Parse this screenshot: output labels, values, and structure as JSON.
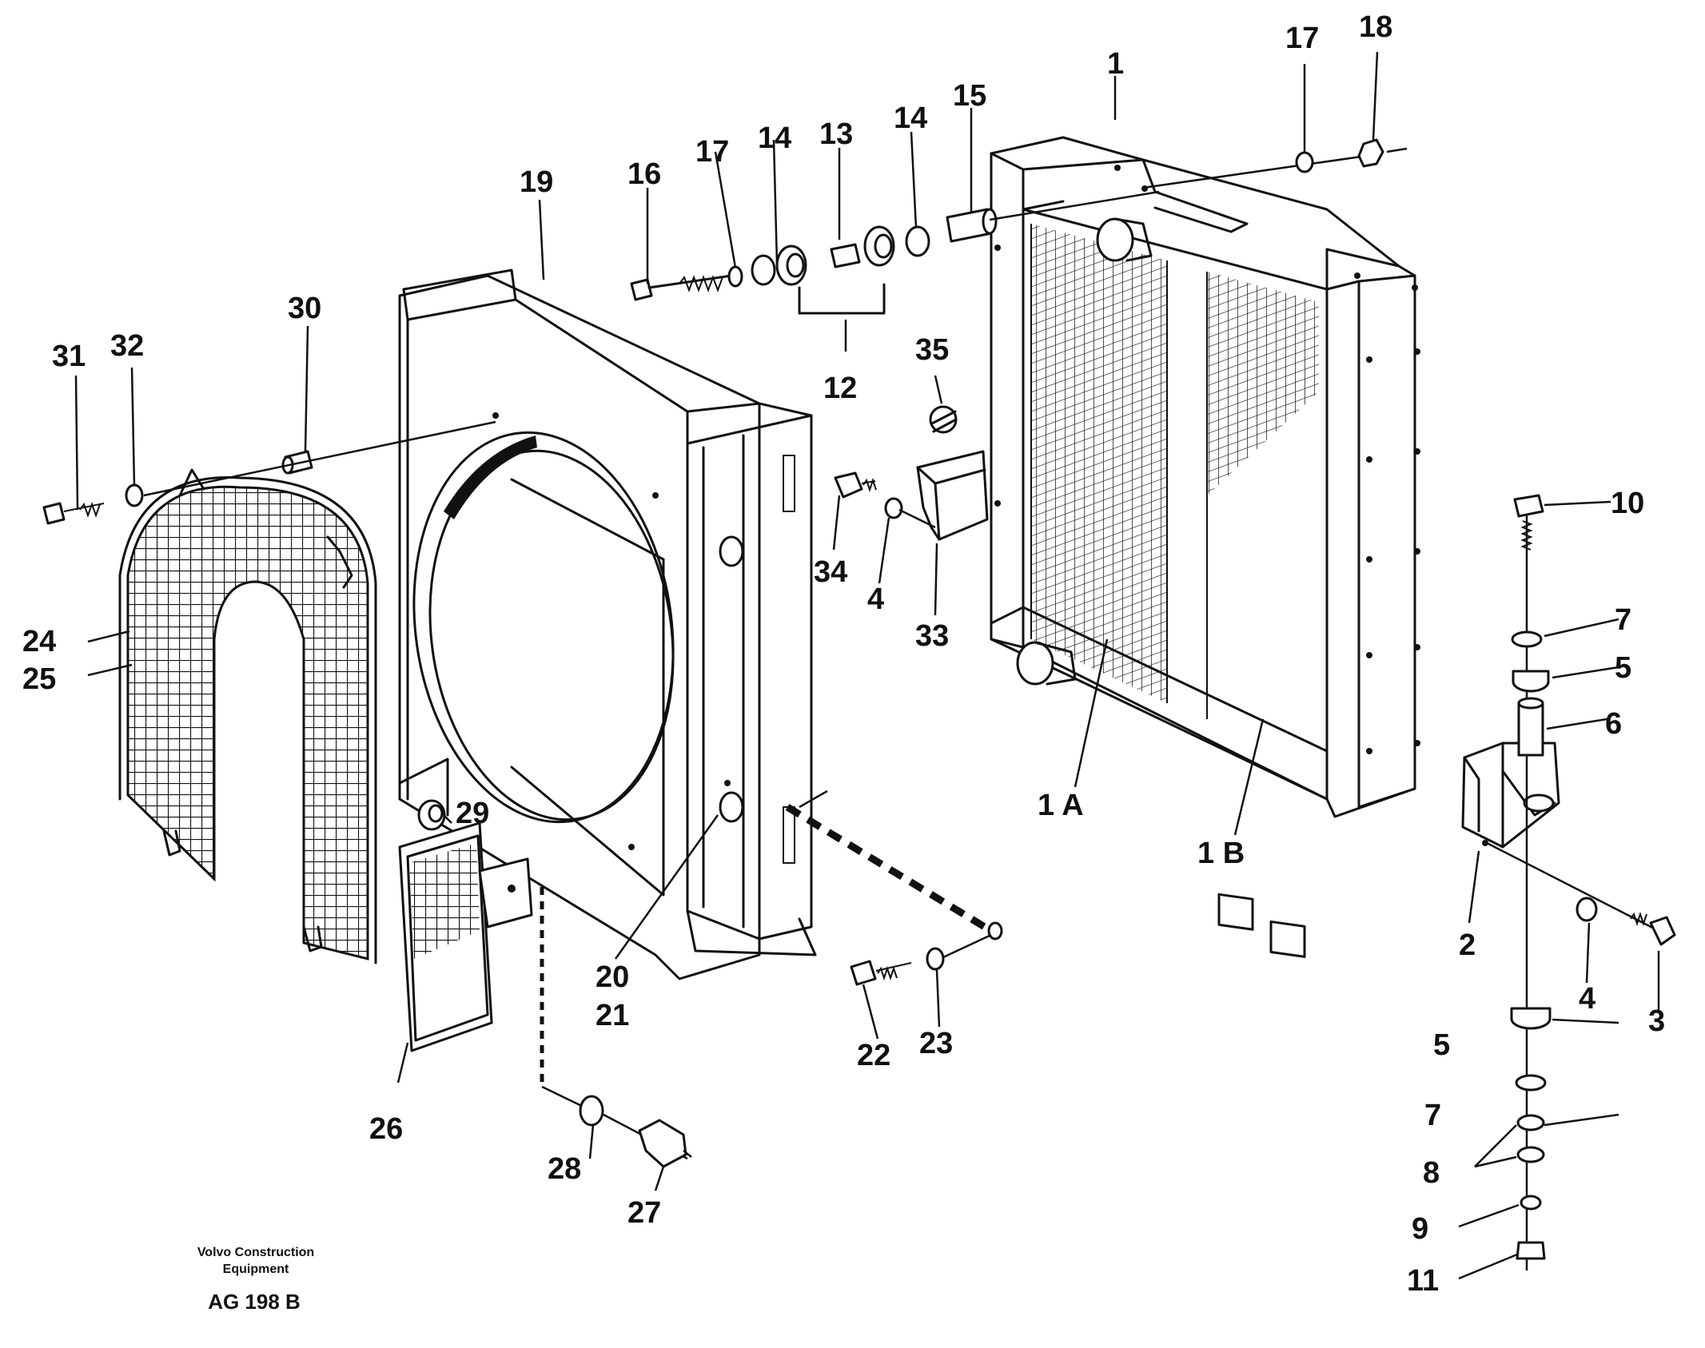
{
  "footer": {
    "company_line1": "Volvo Construction",
    "company_line2": "Equipment",
    "code": "AG 198 B"
  },
  "labels": {
    "p1": "1",
    "p1a": "1 A",
    "p1b": "1 B",
    "p2": "2",
    "p3": "3",
    "p4a": "4",
    "p4b": "4",
    "p5a": "5",
    "p5b": "5",
    "p6": "6",
    "p7a": "7",
    "p7b": "7",
    "p8": "8",
    "p9": "9",
    "p10": "10",
    "p11": "11",
    "p12": "12",
    "p13": "13",
    "p14a": "14",
    "p14b": "14",
    "p15": "15",
    "p16": "16",
    "p17a": "17",
    "p17b": "17",
    "p18": "18",
    "p19": "19",
    "p20": "20",
    "p21": "21",
    "p22": "22",
    "p23": "23",
    "p24": "24",
    "p25": "25",
    "p26": "26",
    "p27": "27",
    "p28": "28",
    "p29": "29",
    "p30": "30",
    "p31": "31",
    "p32": "32",
    "p33": "33",
    "p34": "34",
    "p35": "35"
  }
}
